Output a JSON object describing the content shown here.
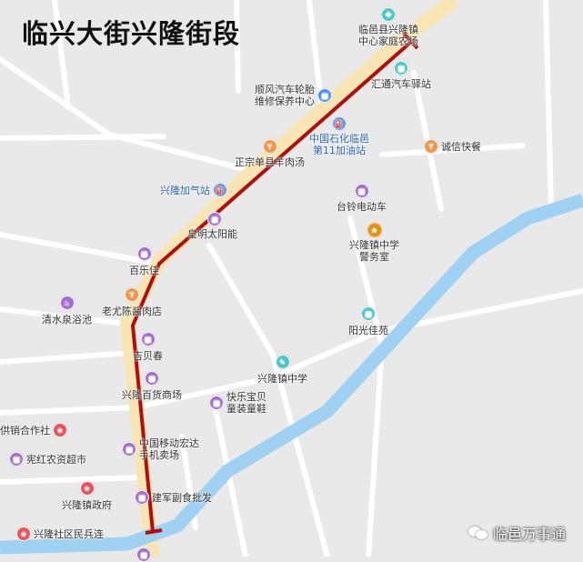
{
  "title": "临兴大街兴隆街段",
  "watermark": "临邑万事通",
  "colors": {
    "background": "#e9e9e9",
    "road": "#ffffff",
    "main_road": "#f7e6b4",
    "river": "#9fd2f2",
    "route": "#b40d0d"
  },
  "pois": [
    {
      "key": "health-center",
      "label": "临邑县兴隆镇\n中心家庭农场",
      "icon": "teal"
    },
    {
      "key": "huitong-post",
      "label": "汇通汽车驿站",
      "icon": "teal"
    },
    {
      "key": "shunfeng-tire",
      "label": "顺风汽车轮胎\n维修保养中心",
      "icon": "blue"
    },
    {
      "key": "sinopec",
      "label": "中国石化临邑\n第11加油站",
      "icon": "blue"
    },
    {
      "key": "zhengzong-mutton",
      "label": "正宗单县羊肉汤",
      "icon": "orange"
    },
    {
      "key": "chengxin",
      "label": "诚信快餐",
      "icon": "orange"
    },
    {
      "key": "gas-station",
      "label": "兴隆加气站",
      "icon": "blue"
    },
    {
      "key": "tailing",
      "label": "台铃电动车",
      "icon": "purple"
    },
    {
      "key": "solar",
      "label": "皇明太阳能",
      "icon": "purple"
    },
    {
      "key": "police",
      "label": "兴隆镇中学\n警务室",
      "icon": "gold"
    },
    {
      "key": "bailejia",
      "label": "百乐佳",
      "icon": "purple"
    },
    {
      "key": "laoyou",
      "label": "老尤陈酱肉店",
      "icon": "orange"
    },
    {
      "key": "qingshuiquan",
      "label": "清水泉浴池",
      "icon": "purple"
    },
    {
      "key": "yangguang",
      "label": "阳光佳苑",
      "icon": "teal"
    },
    {
      "key": "jibeichun",
      "label": "吉贝春",
      "icon": "purple"
    },
    {
      "key": "department-store",
      "label": "兴隆百货商场",
      "icon": "purple"
    },
    {
      "key": "middle-school",
      "label": "兴隆镇中学",
      "icon": "teal"
    },
    {
      "key": "kuaile-baobei",
      "label": "快乐宝贝\n童装童鞋",
      "icon": "purple"
    },
    {
      "key": "supply-coop",
      "label": "供销合作社",
      "icon": "red"
    },
    {
      "key": "china-mobile",
      "label": "中国移动宏达\n手机卖场",
      "icon": "purple"
    },
    {
      "key": "xianhong",
      "label": "宪红农资超市",
      "icon": "purple"
    },
    {
      "key": "town-gov",
      "label": "兴隆镇政府",
      "icon": "red"
    },
    {
      "key": "jianjun",
      "label": "建军副食批发",
      "icon": "purple"
    },
    {
      "key": "militia",
      "label": "兴隆社区民兵连",
      "icon": "red"
    }
  ]
}
